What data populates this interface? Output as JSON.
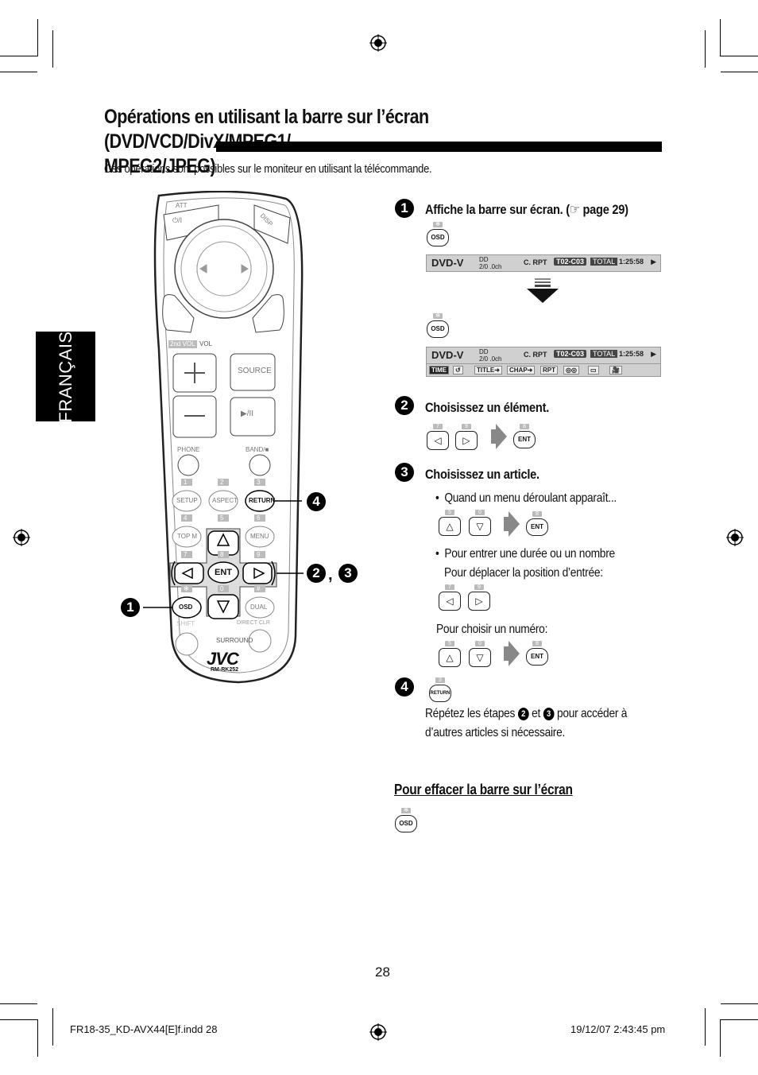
{
  "title": {
    "line1": "Opérations en utilisant la barre sur l’écran (DVD/VCD/DivX/MPEG1/",
    "line2": "MPEG2/JPEG)"
  },
  "intro": "Ces opérations sont possibles sur le moniteur en utilisant la télécommande.",
  "side_tab": "FRANÇAIS",
  "remote": {
    "top_labels": {
      "att": "ATT",
      "power": "⏻/I",
      "disp": "DISP"
    },
    "vol_tag": "2nd VOL",
    "vol_label": "VOL",
    "source": "SOURCE",
    "play_pause": "▶/II",
    "phone": "PHONE",
    "band": "BAND/■",
    "row1": [
      "SETUP",
      "ASPECT",
      "RETURN"
    ],
    "row1_nums": [
      "1",
      "2",
      "3"
    ],
    "row2": [
      "TOP M",
      "",
      "MENU"
    ],
    "row2_nums": [
      "4",
      "5",
      "6"
    ],
    "row3_nums": [
      "7",
      "8",
      "9"
    ],
    "ent": "ENT",
    "row4": [
      "OSD",
      "",
      "DUAL"
    ],
    "row4_nums": [
      "✻",
      "0",
      "#"
    ],
    "shift": "SHIFT",
    "direct_clr": "DIRECT CLR",
    "surround": "SURROUND",
    "brand": "JVC",
    "model": "RM-RK252",
    "callout_4": "4",
    "callout_23_a": "2",
    "callout_23_sep": ",",
    "callout_23_b": "3",
    "callout_1": "1"
  },
  "steps": [
    {
      "num": "1",
      "head": "Affiche la barre sur écran. (☞ page 29)"
    },
    {
      "num": "2",
      "head": "Choisissez un élément."
    },
    {
      "num": "3",
      "head": "Choisissez un article."
    },
    {
      "num": "4",
      "head": ""
    }
  ],
  "osd": {
    "dvd": "DVD-V",
    "audio_line1": "DD",
    "audio_line2": "2/0 .0ch",
    "c_rpt": "C. RPT",
    "track": "T02-C03",
    "total": "TOTAL",
    "time": "1:25:58",
    "play": "▶",
    "menu_items": [
      "TIME",
      "↺",
      "TITLE➜",
      "CHAP➜",
      "RPT",
      "◎◎",
      "▭",
      "🎥"
    ]
  },
  "buttons": {
    "osd": "OSD",
    "osd_tag": "✻",
    "ent": "ENT",
    "ent_tag": "8",
    "left_tag": "7",
    "right_tag": "9",
    "up_tag": "5",
    "down_tag": "0",
    "return": "RETURN",
    "return_tag": "3",
    "left": "◁",
    "right": "▷",
    "up": "△",
    "down": "▽"
  },
  "step3": {
    "bullet1": "Quand un menu déroulant apparaît...",
    "bullet2_l1": "Pour entrer une durée ou un nombre",
    "bullet2_l2": "Pour déplacer la position d’entrée:",
    "choose_num": "Pour choisir un numéro:"
  },
  "step4": {
    "repeat_a": "Répétez les étapes",
    "repeat_n1": "2",
    "repeat_b": "et",
    "repeat_n2": "3",
    "repeat_c": "pour accéder à",
    "repeat_l2": "d’autres articles si nécessaire."
  },
  "effacer": "Pour effacer la barre sur l’écran",
  "page_number": "28",
  "footer_left": "FR18-35_KD-AVX44[E]f.indd   28",
  "footer_right": "19/12/07   2:43:45 pm"
}
